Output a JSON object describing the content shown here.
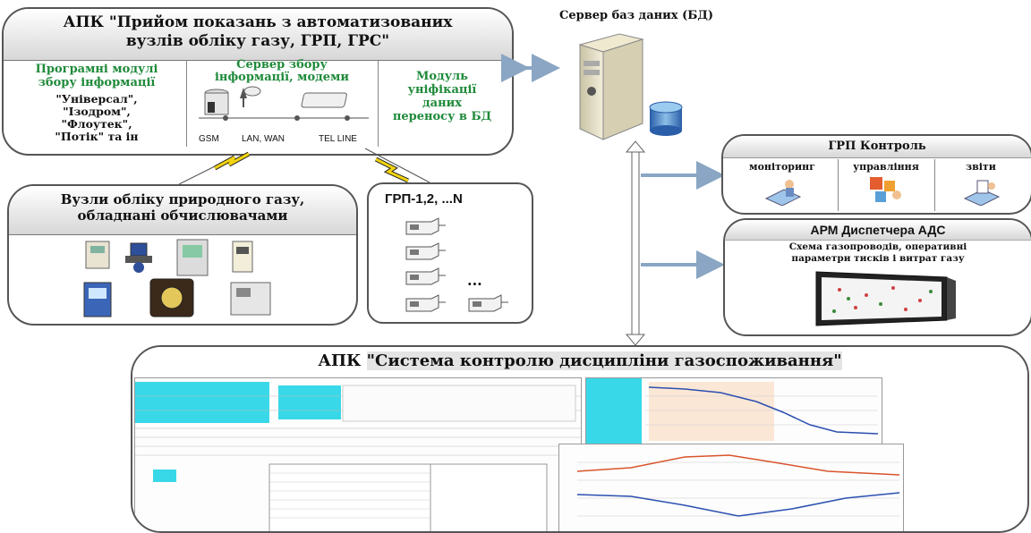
{
  "db_server": {
    "label": "Сервер баз даних (БД)"
  },
  "apk_top": {
    "title_line1": "АПК \"Прийом показань з автоматизованих",
    "title_line2": "вузлів обліку газу, ГРП, ГРС\"",
    "modules": {
      "title_line1": "Програмні модулі",
      "title_line2": "збору інформації",
      "items": [
        "\"Універсал\",",
        "\"Ізодром\",",
        "\"Флоутек\",",
        "\"Потік\" та ін"
      ]
    },
    "collection_server": {
      "title_line1": "Сервер збору",
      "title_line2": "інформації, модеми",
      "channels": [
        "GSM",
        "LAN, WAN",
        "TEL LINE"
      ]
    },
    "unification": {
      "lines": [
        "Модуль",
        "уніфікації",
        "даних",
        "переносу в БД"
      ]
    }
  },
  "gas_nodes": {
    "title_line1": "Вузли обліку природного газу,",
    "title_line2": "обладнані обчислювачами"
  },
  "grp": {
    "title": "ГРП-1,2, ...N",
    "ellipsis": "..."
  },
  "grp_control": {
    "title": "ГРП Контроль",
    "columns": [
      "моніторинг",
      "управління",
      "звіти"
    ]
  },
  "dispatcher": {
    "title": "АРМ Диспетчера АДС",
    "line1": "Схема газопроводів, оперативні",
    "line2": "параметри тисків і витрат газу"
  },
  "apk_bottom": {
    "prefix": "АПК ",
    "title": "\"Система контролю дисципліни газоспоживання\""
  },
  "colors": {
    "green_text": "#1f8a3a",
    "arrow": "#8aa6c4",
    "screen_cyan": "#39d8e8",
    "chart_blue": "#2b4fb0",
    "chart_red": "#d9542b"
  }
}
